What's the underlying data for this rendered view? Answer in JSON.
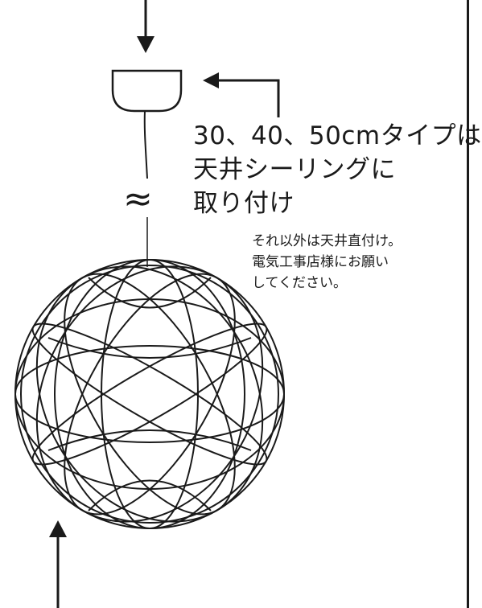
{
  "diagram": {
    "main_caption": {
      "line1": "30、40、50cmタイプは",
      "line2": "天井シーリングに",
      "line3": "取り付け"
    },
    "note": {
      "line1": "それ以外は天井直付け。",
      "line2": "電気工事店様にお願い",
      "line3": "してください。"
    },
    "cord_break_symbol": "≈",
    "colors": {
      "stroke": "#1a1a1a",
      "background": "#ffffff"
    }
  }
}
